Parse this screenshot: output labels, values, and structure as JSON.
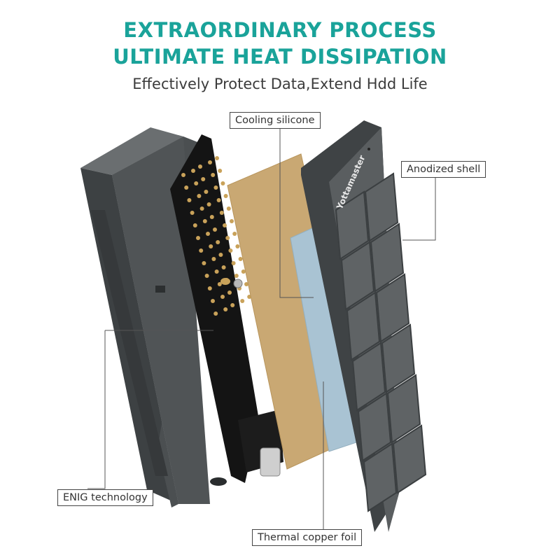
{
  "header": {
    "line1": "EXTRAORDINARY PROCESS",
    "line2": "ULTIMATE HEAT DISSIPATION",
    "subtitle": "Effectively Protect Data,Extend Hdd Life"
  },
  "callouts": {
    "cooling_silicone": "Cooling silicone",
    "anodized_shell": "Anodized shell",
    "enig_technology": "ENIG technology",
    "thermal_copper_foil": "Thermal copper foil"
  },
  "brand": {
    "logo_text": "Yottamaster"
  },
  "colors": {
    "headline": "#1aa39a",
    "shell": "#4a4e50",
    "pcb": "#141414",
    "gold": "#c9a25a",
    "copper_foil": "#c9a873",
    "silicone": "#a9c3d3"
  }
}
